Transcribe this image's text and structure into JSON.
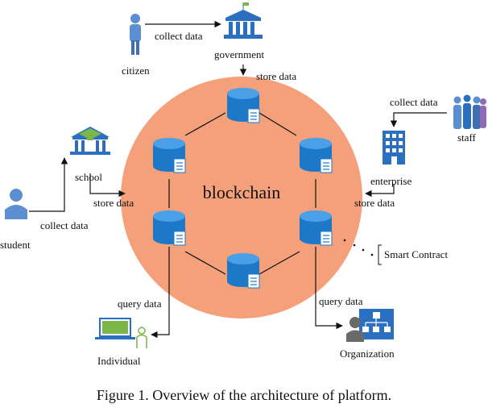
{
  "title": "blockchain",
  "caption": "Figure 1.    Overview of the architecture of platform.",
  "colors": {
    "ring": "#f4a07a",
    "database": "#1e78c8",
    "icon_blue": "#2b6fc0",
    "school_green": "#7ab648",
    "arrow": "#111111"
  },
  "nodes": {
    "citizen": "citizen",
    "government": "government",
    "school": "school",
    "student": "student",
    "enterprise": "enterprise",
    "staff": "staff",
    "individual": "Individual",
    "organization": "Organization"
  },
  "edges": {
    "citizen_collect": "collect data",
    "government_store": "store data",
    "school_store": "store data",
    "student_collect": "collect data",
    "staff_collect": "collect data",
    "enterprise_store": "store data",
    "individual_query": "query data",
    "organization_query": "query data"
  },
  "smart_contract": "Smart Contract",
  "icons": {
    "citizen": "person-icon",
    "government": "bank-building-icon",
    "school": "school-icon",
    "student": "person-icon",
    "enterprise": "office-building-icon",
    "staff": "group-icon",
    "individual": "computer-user-icon",
    "organization": "org-chart-icon"
  }
}
